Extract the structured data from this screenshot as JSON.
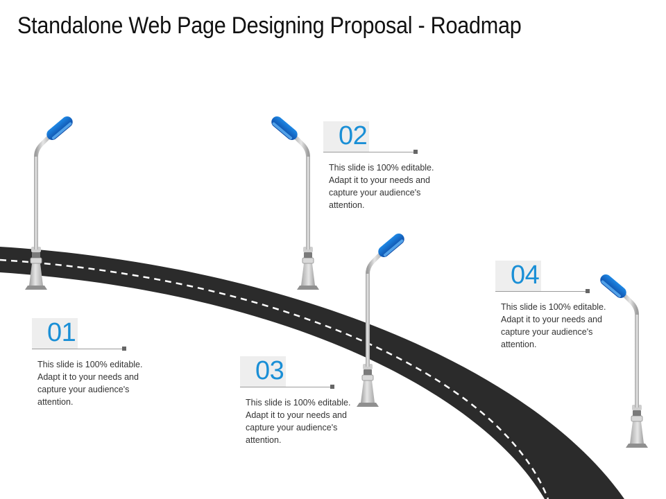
{
  "title": "Standalone Web Page Designing Proposal - Roadmap",
  "steps": [
    {
      "number": "01",
      "text": "This slide is 100% editable. Adapt it to your needs and capture your audience's attention."
    },
    {
      "number": "02",
      "text": "This slide is 100% editable. Adapt it to your needs and capture your audience's attention."
    },
    {
      "number": "03",
      "text": "This slide is 100% editable. Adapt it to your needs and capture your audience's attention."
    },
    {
      "number": "04",
      "text": "This slide is 100% editable. Adapt it to your needs and capture your audience's attention."
    }
  ],
  "colors": {
    "road": "#2a2a2a",
    "lamp_head": "#1565c0",
    "lamp_accent": "#42a5f5",
    "pole": "#c9c9c9",
    "number": "#1a8fd6"
  }
}
